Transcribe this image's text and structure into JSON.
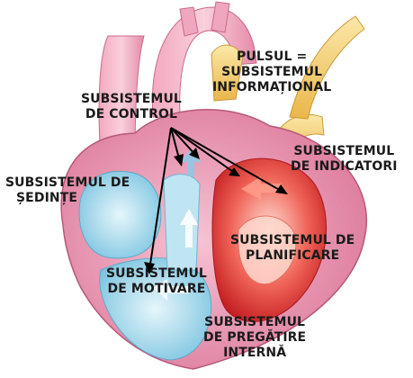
{
  "labels": {
    "pulse": [
      "PULSUL =",
      "SUBSISTEMUL",
      "INFORMAȚIONAL"
    ],
    "control": [
      "SUBSISTEMUL",
      "DE CONTROL"
    ],
    "indicators": [
      "SUBSISTEMUL",
      "DE INDICATORI"
    ],
    "meetings": [
      "SUBSISTEMUL DE",
      "ȘEDINȚE"
    ],
    "planning": [
      "SUBSISTEMUL DE",
      "PLANIFICARE"
    ],
    "motivation": [
      "SUBSISTEMUL",
      "DE MOTIVARE"
    ],
    "training": [
      "SUBSISTEMUL",
      "DE PREGĂTIRE",
      "INTERNĂ"
    ]
  },
  "colors": {
    "heart_pink": "#e98fae",
    "heart_blue": "#a9dcef",
    "heart_red": "#e8342c",
    "vessel_yellow": "#f3d27a",
    "arrow": "#000000"
  }
}
